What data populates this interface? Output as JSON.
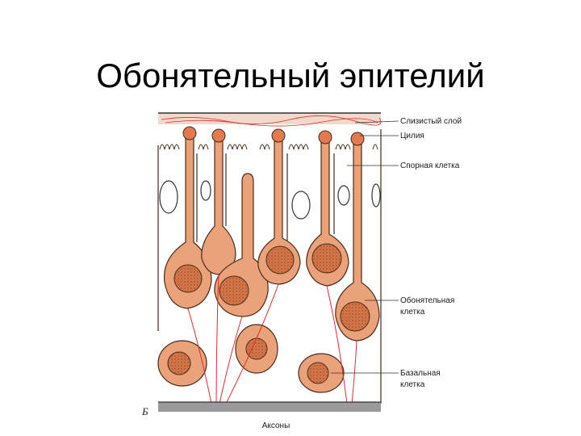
{
  "slide": {
    "title": "Обонятельный эпителий"
  },
  "figure": {
    "letter": "Б",
    "labels": {
      "mucus_layer": "Слизистый слой",
      "cilia": "Цилия",
      "support_cell": "Спорная клетка",
      "olfactory_cell_line1": "Обонятельная",
      "olfactory_cell_line2": "клетка",
      "basal_cell_line1": "Базальная",
      "basal_cell_line2": "клетка",
      "axons": "Аксоны"
    },
    "colors": {
      "cell_fill": "#e9a27a",
      "cell_outline": "#4a2a1a",
      "nucleus": "#d4784c",
      "axon": "#d8302a",
      "basement": "#9a9a9a"
    }
  }
}
